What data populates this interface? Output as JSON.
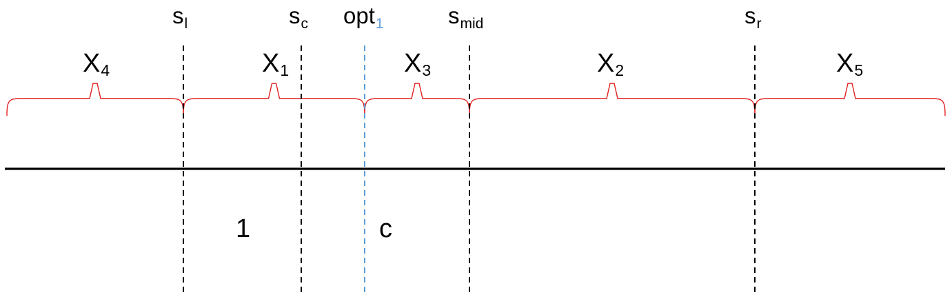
{
  "colors": {
    "axis": "#000000",
    "marker": "#000000",
    "optimum": "#5b9bd5",
    "brace": "#e02020"
  },
  "markers": [
    {
      "id": "s-l",
      "name": "s",
      "sub": "l",
      "type": "threshold"
    },
    {
      "id": "s-c",
      "name": "s",
      "sub": "c",
      "type": "threshold"
    },
    {
      "id": "opt-1",
      "name": "opt",
      "sub": "1",
      "type": "optimum"
    },
    {
      "id": "s-mid",
      "name": "s",
      "sub": "mid",
      "type": "threshold"
    },
    {
      "id": "s-r",
      "name": "s",
      "sub": "r",
      "type": "threshold"
    }
  ],
  "sets": [
    {
      "id": "x4",
      "name": "X",
      "sub": "4"
    },
    {
      "id": "x1",
      "name": "X",
      "sub": "1"
    },
    {
      "id": "x3",
      "name": "X",
      "sub": "3"
    },
    {
      "id": "x2",
      "name": "X",
      "sub": "2"
    },
    {
      "id": "x5",
      "name": "X",
      "sub": "5"
    }
  ],
  "regions": [
    {
      "id": "one",
      "text": "1"
    },
    {
      "id": "c",
      "text": "c"
    }
  ]
}
